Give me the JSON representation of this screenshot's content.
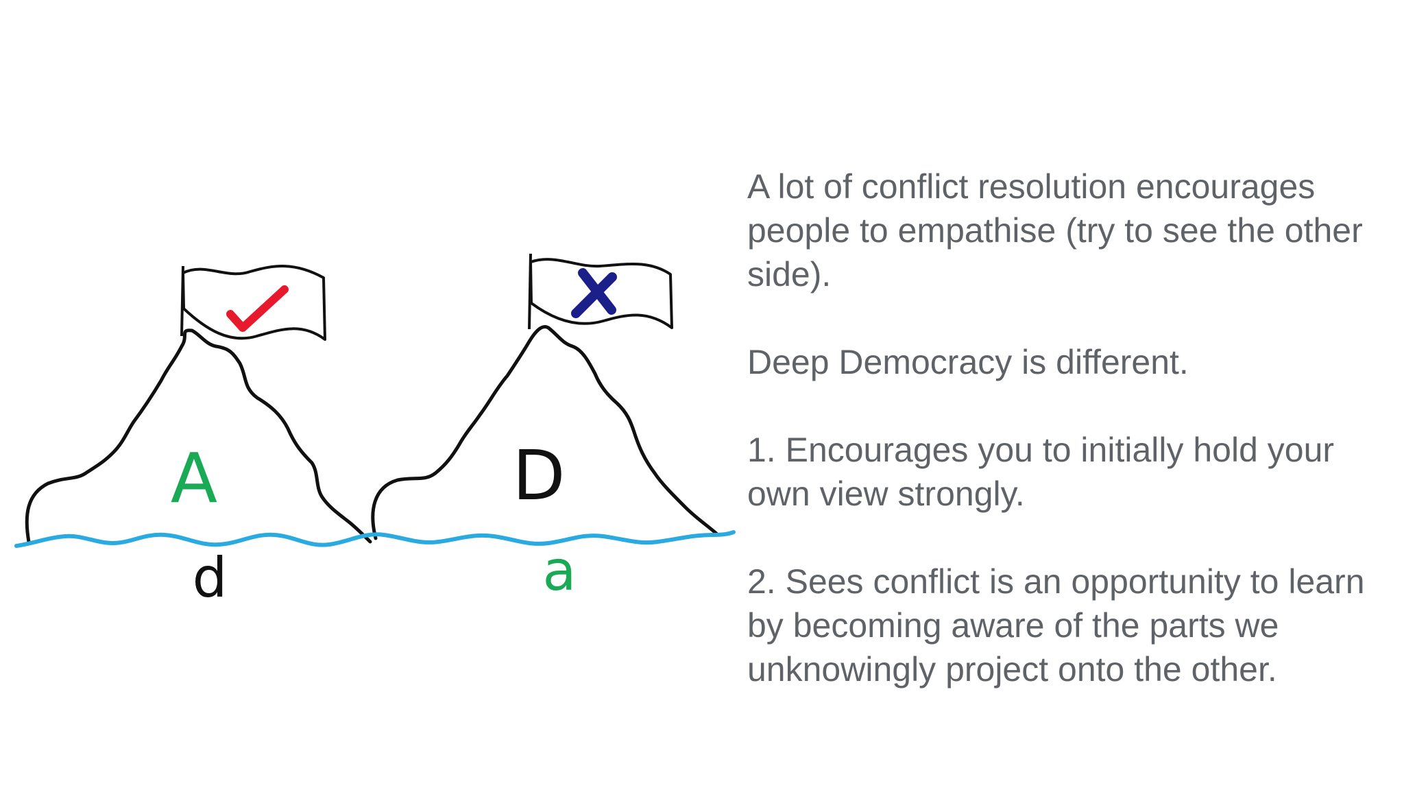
{
  "illustration": {
    "left_mountain": {
      "label": "A",
      "underwater_label": "d",
      "flag_symbol": "✓",
      "label_color": "#1aaa55",
      "underwater_color": "#111111",
      "flag_symbol_color": "#e8192c",
      "flag_symbol_icon": "check-mark-icon"
    },
    "right_mountain": {
      "label": "D",
      "underwater_label": "a",
      "flag_symbol": "X",
      "label_color": "#111111",
      "underwater_color": "#1aaa55",
      "flag_symbol_color": "#1a1f8a",
      "flag_symbol_icon": "x-mark-icon"
    },
    "water_color": "#29abe2",
    "outline_color": "#111111"
  },
  "text": {
    "para1": "A lot of conflict resolution encourages people to empathise (try to see the other side).",
    "para2": "Deep Democracy is different.",
    "para3": "1. Encourages you to initially hold your own view strongly.",
    "para4": "2. Sees conflict is an opportunity to learn by becoming aware of the parts we unknowingly project onto the other."
  }
}
